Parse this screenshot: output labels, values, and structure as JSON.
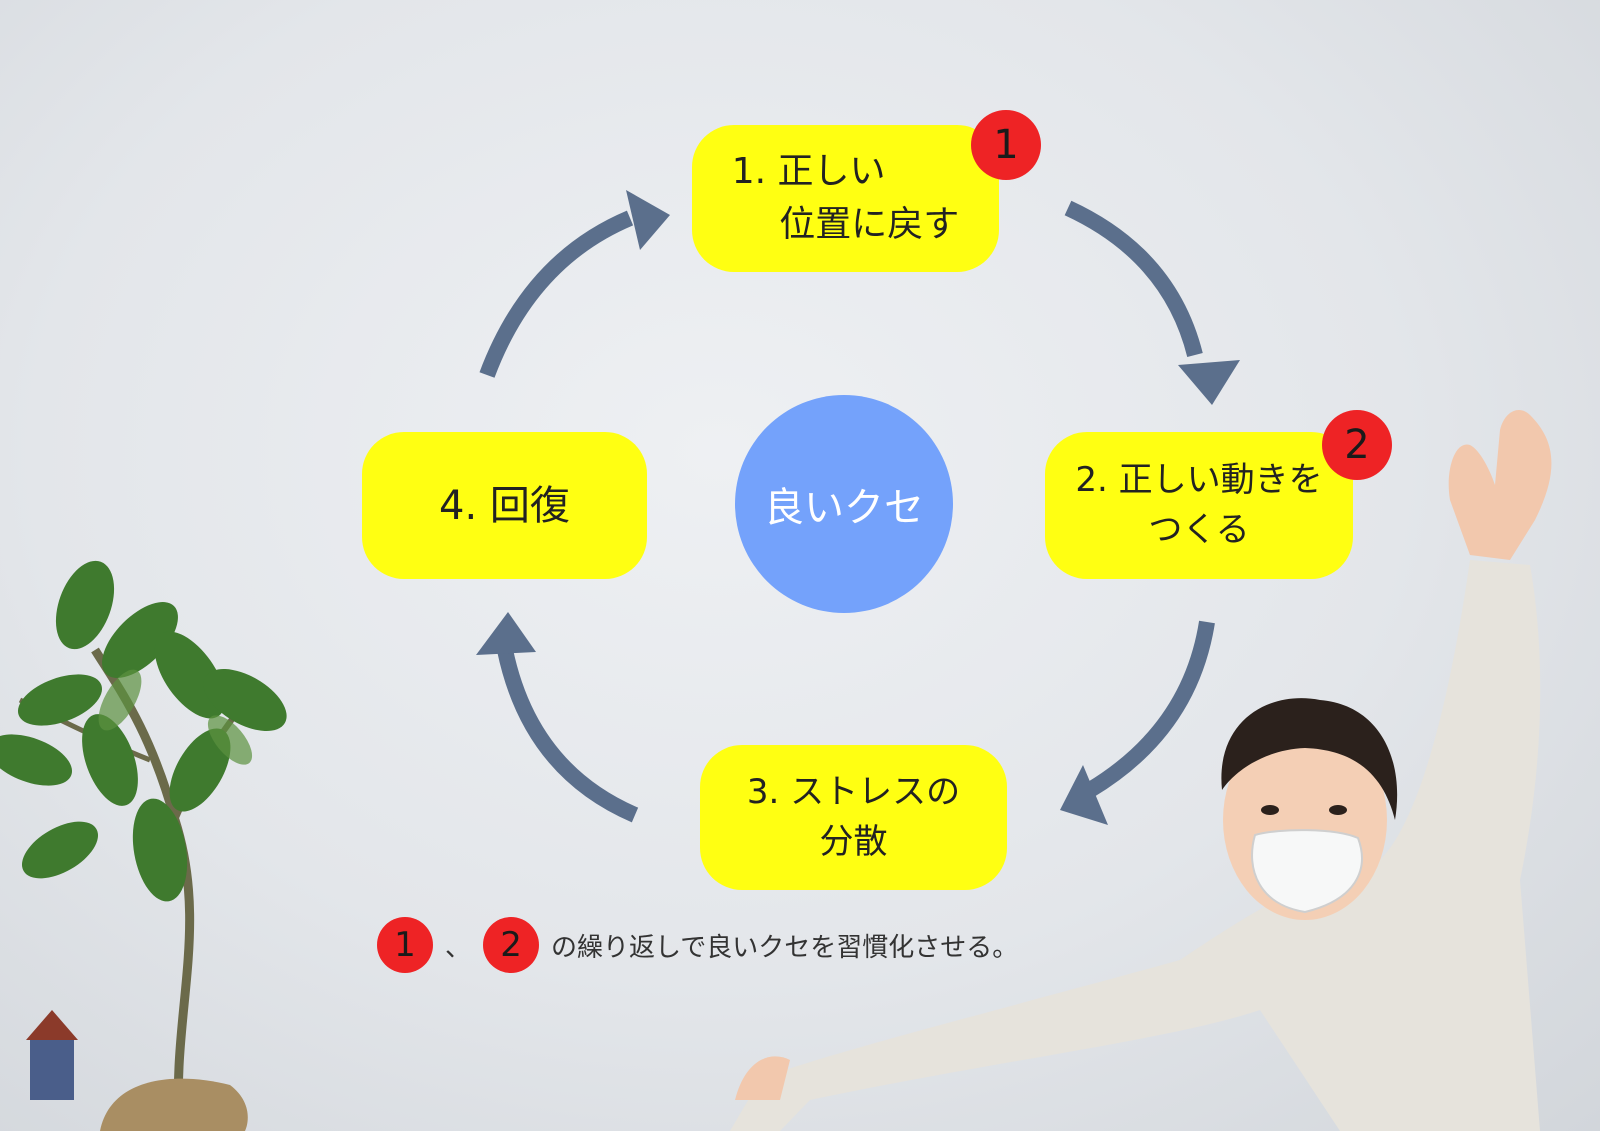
{
  "diagram": {
    "center_label": "良いクセ",
    "steps": [
      {
        "lines": [
          "1.  正しい",
          "　 位置に戻す"
        ],
        "badge": "1"
      },
      {
        "lines": [
          "2.  正しい動きを",
          "つくる"
        ],
        "badge": "2"
      },
      {
        "lines": [
          "3.  ストレスの",
          "分散"
        ]
      },
      {
        "lines": [
          "4.  回復"
        ]
      }
    ],
    "caption": {
      "badge_1": "1",
      "separator": "、",
      "badge_2": "2",
      "text": "の繰り返しで良いクセを習慣化させる。"
    }
  },
  "colors": {
    "box": "#ffff12",
    "badge": "#ee2325",
    "circle": "#74a2fb",
    "arrow": "#5b6f8c"
  }
}
